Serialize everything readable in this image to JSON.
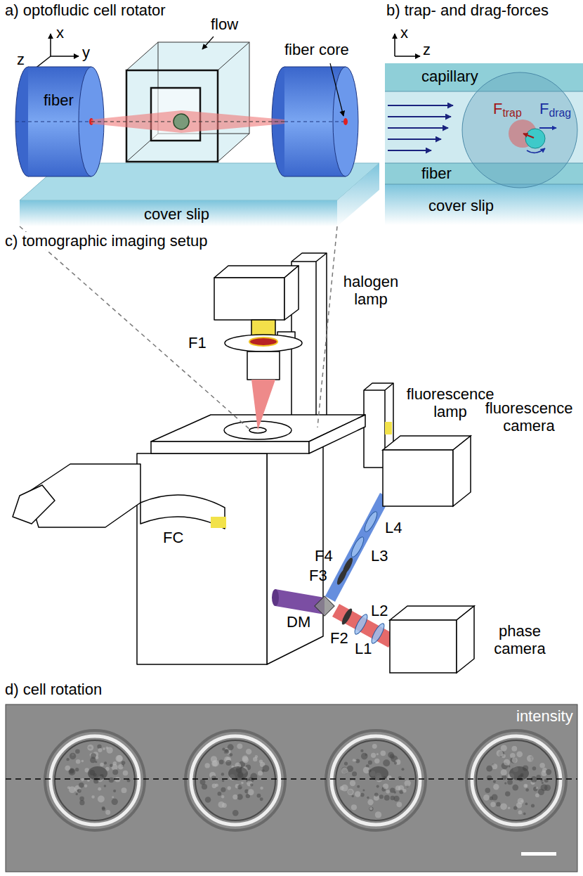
{
  "diagram": {
    "labels": [
      "a) optofludic cell rotator",
      "x",
      "y",
      "z",
      "flow",
      "fiber core",
      "fiber",
      "cover slip",
      "b) trap- and drag-forces",
      "x",
      "z",
      "capillary",
      "Ftrap",
      "Fdrag",
      "fiber",
      "cover slip",
      "c) tomographic imaging setup",
      "halogen lamp",
      "F1",
      "fluorescence lamp",
      "fluorescence camera",
      "FC",
      "F4",
      "F3",
      "L4",
      "L3",
      "DM",
      "F2",
      "L1",
      "L2",
      "phase camera",
      "d) cell rotation",
      "intensity"
    ]
  }
}
